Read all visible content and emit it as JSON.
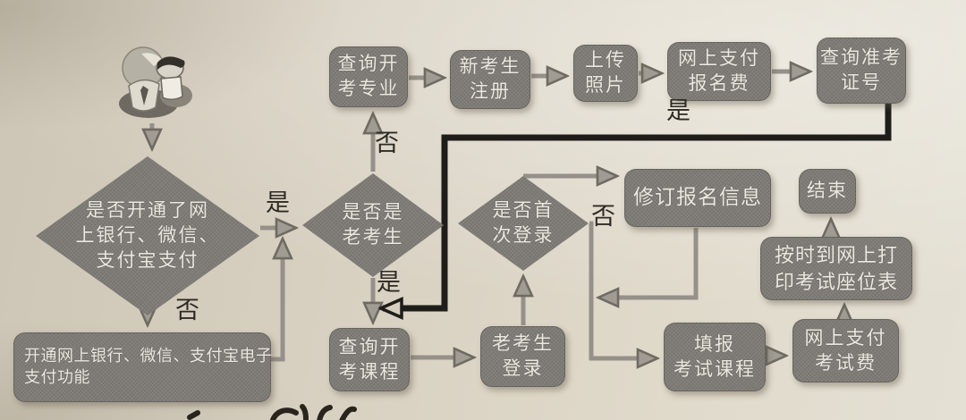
{
  "document": {
    "kind": "scanned-flowchart-photo",
    "language": "zh-CN",
    "topic_hint": "exam online registration process flow"
  },
  "colors": {
    "paper": "#d8d1c2",
    "node_fill": "#7f7c77",
    "node_text": "#ebe8e1",
    "arrow_gray": "#95918a",
    "bold_path": "#1f1d19",
    "label_text": "#2d2a24"
  },
  "flowchart": {
    "icons": {
      "start": "two-users-icon"
    },
    "nodes": {
      "check_payment": {
        "type": "decision",
        "label_lines": [
          "是否开通了网",
          "上银行、微信、",
          "支付宝支付"
        ]
      },
      "open_payment": {
        "type": "process",
        "label_lines": [
          "开通网上银行、微信、支付宝电子",
          "支付功能"
        ]
      },
      "check_old_examinee": {
        "type": "decision",
        "label_lines": [
          "是否是",
          "老考生"
        ]
      },
      "query_major": {
        "type": "process",
        "label_lines": [
          "查询开",
          "考专业"
        ]
      },
      "new_register": {
        "type": "process",
        "label_lines": [
          "新考生",
          "注册"
        ]
      },
      "upload_photo": {
        "type": "process",
        "label_lines": [
          "上传",
          "照片"
        ]
      },
      "pay_registration_fee": {
        "type": "process",
        "label_lines": [
          "网上支付",
          "报名费"
        ]
      },
      "query_admission_number": {
        "type": "process",
        "label_lines": [
          "查询准考",
          "证号"
        ]
      },
      "check_first_login": {
        "type": "decision",
        "label_lines": [
          "是否首",
          "次登录"
        ]
      },
      "revise_registration_info": {
        "type": "process",
        "label_lines": [
          "修订报名信息"
        ]
      },
      "end": {
        "type": "terminal",
        "label_lines": [
          "结束"
        ]
      },
      "print_seat_table": {
        "type": "process",
        "label_lines": [
          "按时到网上打",
          "印考试座位表"
        ]
      },
      "query_courses": {
        "type": "process",
        "label_lines": [
          "查询开",
          "考课程"
        ]
      },
      "old_examinee_login": {
        "type": "process",
        "label_lines": [
          "老考生",
          "登录"
        ]
      },
      "fill_exam_courses": {
        "type": "process",
        "label_lines": [
          "填报",
          "考试课程"
        ]
      },
      "pay_exam_fee": {
        "type": "process",
        "label_lines": [
          "网上支付",
          "考试费"
        ]
      }
    },
    "edge_labels": {
      "payment_yes": "是",
      "payment_no": "否",
      "old_examinee_no": "否",
      "old_examinee_yes": "是",
      "ticket_return_yes": "是",
      "first_login_no": "否"
    }
  }
}
